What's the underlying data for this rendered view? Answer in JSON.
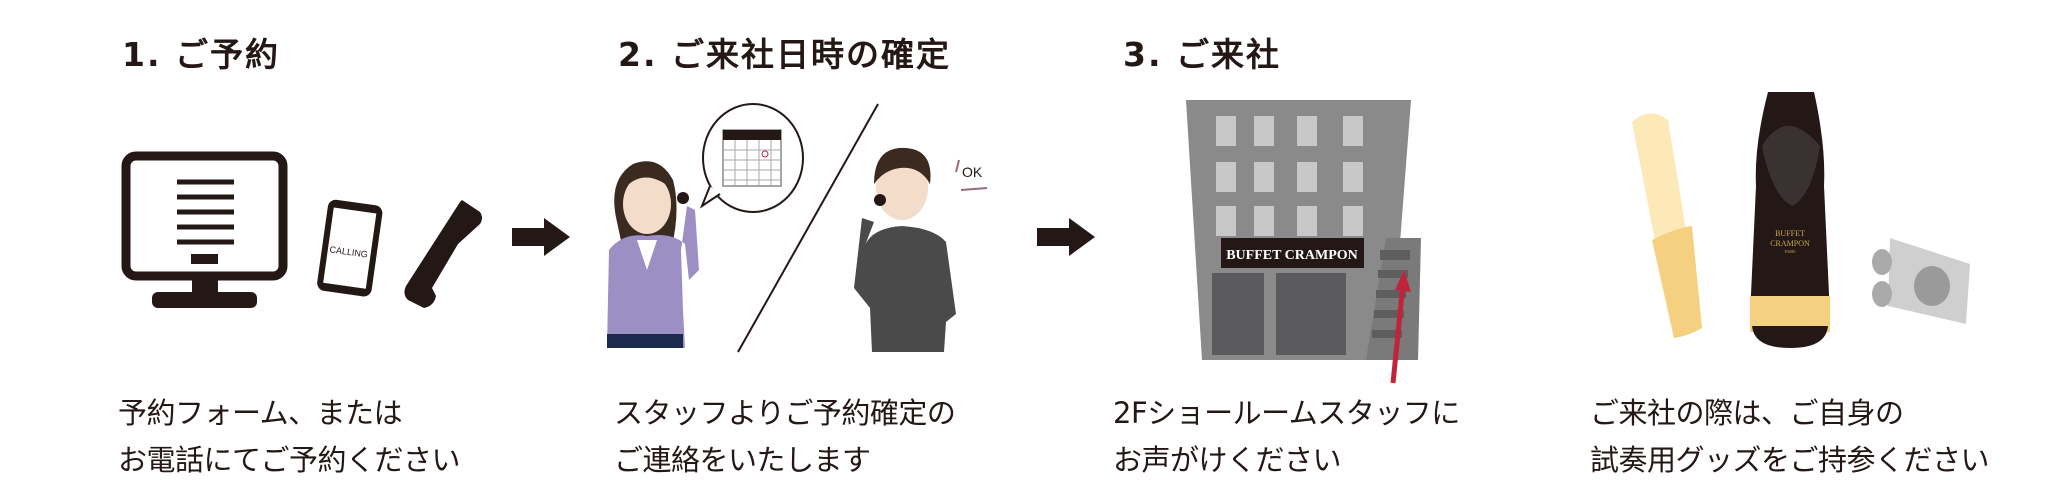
{
  "steps": [
    {
      "heading": "1. ご予約",
      "desc_line1": "予約フォーム、または",
      "desc_line2": "お電話にてご予約ください"
    },
    {
      "heading": "2. ご来社日時の確定",
      "desc_line1": "スタッフよりご予約確定の",
      "desc_line2": "ご連絡をいたします"
    },
    {
      "heading": "3. ご来社",
      "desc_line1": "2Fショールームスタッフに",
      "desc_line2": "お声がけください"
    },
    {
      "heading": "",
      "desc_line1": "ご来社の際は、ご自身の",
      "desc_line2": "試奏用グッズをご持参ください"
    }
  ],
  "illustrations": {
    "phone_screen_text": "CALLING",
    "ok_text": "OK",
    "building_sign": "BUFFET CRAMPON",
    "mouthpiece_brand_line1": "BUFFET",
    "mouthpiece_brand_line2": "CRAMPON",
    "mouthpiece_brand_line3": "PARIS"
  },
  "colors": {
    "text": "#231815",
    "accent_red": "#c0243a",
    "building": "#8a8a8a",
    "cardigan": "#9b8fc4",
    "reed": "#f5d080"
  }
}
